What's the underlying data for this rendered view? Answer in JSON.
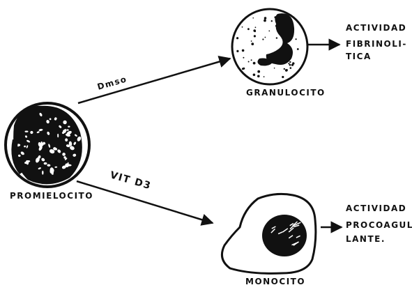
{
  "cells": {
    "promielocito": "PROMIELOCITO",
    "granulocito": "GRANULOCITO",
    "monocito": "MONOCITO"
  },
  "arrows": {
    "upper": "Dmso",
    "lower": "VIT D3"
  },
  "outcomes": {
    "granulocito": [
      "ACTIVIDAD",
      "FIBRINOLI-",
      "TICA"
    ],
    "monocito": [
      "ACTIVIDAD",
      "PROCOAGULA-",
      "LANTE."
    ]
  },
  "colors": {
    "ink": "#111111",
    "paper": "#ffffff"
  }
}
